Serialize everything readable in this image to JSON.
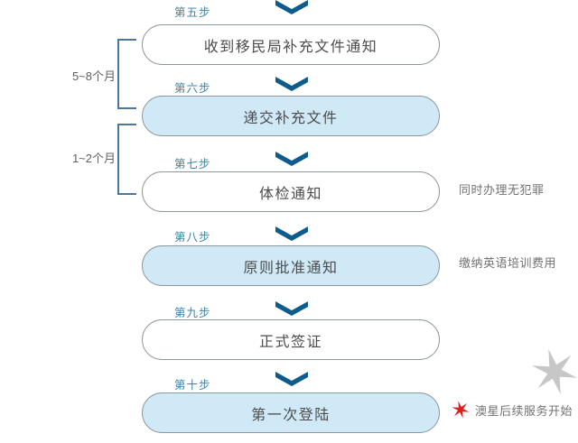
{
  "flow": {
    "steps": [
      {
        "step_label": "第五步",
        "title": "收到移民局补充文件通知",
        "filled": false
      },
      {
        "step_label": "第六步",
        "title": "递交补充文件",
        "filled": true
      },
      {
        "step_label": "第七步",
        "title": "体检通知",
        "filled": false
      },
      {
        "step_label": "第八步",
        "title": "原则批准通知",
        "filled": true
      },
      {
        "step_label": "第九步",
        "title": "正式签证",
        "filled": false
      },
      {
        "step_label": "第十步",
        "title": "第一次登陆",
        "filled": true
      }
    ],
    "duration_brackets": [
      {
        "label": "5~8个月"
      },
      {
        "label": "1~2个月"
      }
    ],
    "side_notes": [
      {
        "label": "同时办理无犯罪"
      },
      {
        "label": "缴纳英语培训费用"
      },
      {
        "label": "澳星后续服务开始",
        "marker": "red-star"
      }
    ]
  },
  "colors": {
    "chevron": "#0e5c8e",
    "step_label": "#3b83ab",
    "box_fill": "#cfe9f7",
    "box_border": "#8f979e",
    "box_text": "#4c4c4c",
    "bracket": "#4a76a0",
    "note_text": "#717171",
    "red_star": "#d8211c",
    "gray_star": "#c7c7c7"
  }
}
